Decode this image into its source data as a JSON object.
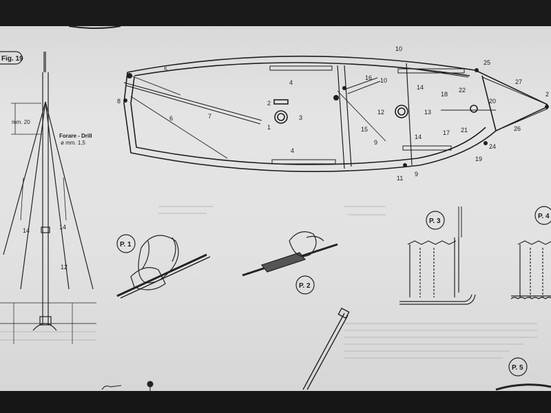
{
  "figure": {
    "fig_label": "Fig. 19",
    "drill_note_line1": "Forare - Drill",
    "drill_note_line2": "ø mm. 1,5",
    "dimension": "mm. 20"
  },
  "mast_numbers": {
    "n14a": "14",
    "n14b": "14",
    "n12": "12"
  },
  "hull_numbers": {
    "n1": "1",
    "n2": "2",
    "n3": "3",
    "n4a": "4",
    "n4b": "4",
    "n5": "5",
    "n6": "6",
    "n7": "7",
    "n8": "8",
    "n9a": "9",
    "n9b": "9",
    "n10a": "10",
    "n10b": "10",
    "n11": "11",
    "n12": "12",
    "n13": "13",
    "n14a": "14",
    "n14b": "14",
    "n15": "15",
    "n16": "16",
    "n17": "17",
    "n18": "18",
    "n19": "19",
    "n20": "20",
    "n21": "21",
    "n22": "22",
    "n24": "24",
    "n25": "25",
    "n26": "26",
    "n27": "27",
    "n2r": "2"
  },
  "detail_labels": {
    "p1": "P. 1",
    "p2": "P. 2",
    "p3": "P. 3",
    "p4": "P. 4",
    "p5": "P. 5"
  }
}
